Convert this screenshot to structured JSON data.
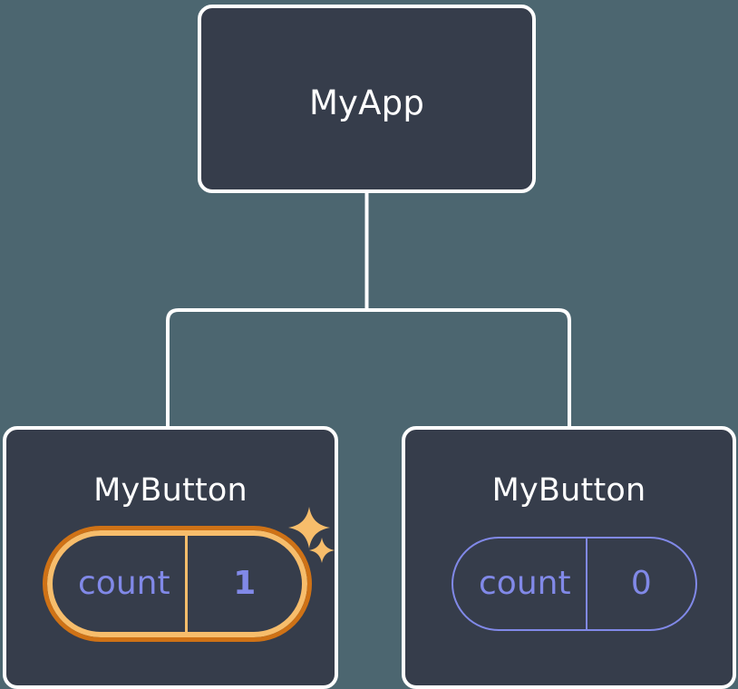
{
  "diagram": {
    "type": "component-tree",
    "background_color": "#4c6670",
    "node_fill_color": "#363d4b",
    "node_border_color": "#ffffff",
    "connector_color": "#ffffff",
    "accent_state_color": "#8189e8",
    "highlight_ring_inner_color": "#f7bd6b",
    "highlight_ring_outer_color": "#cf7216",
    "sparkle_color": "#f7bd6b",
    "root": {
      "title": "MyApp"
    },
    "children": [
      {
        "title": "MyButton",
        "state": {
          "key": "count",
          "value": "1"
        },
        "highlighted": true,
        "sparkles": 2
      },
      {
        "title": "MyButton",
        "state": {
          "key": "count",
          "value": "0"
        },
        "highlighted": false,
        "sparkles": 0
      }
    ]
  }
}
